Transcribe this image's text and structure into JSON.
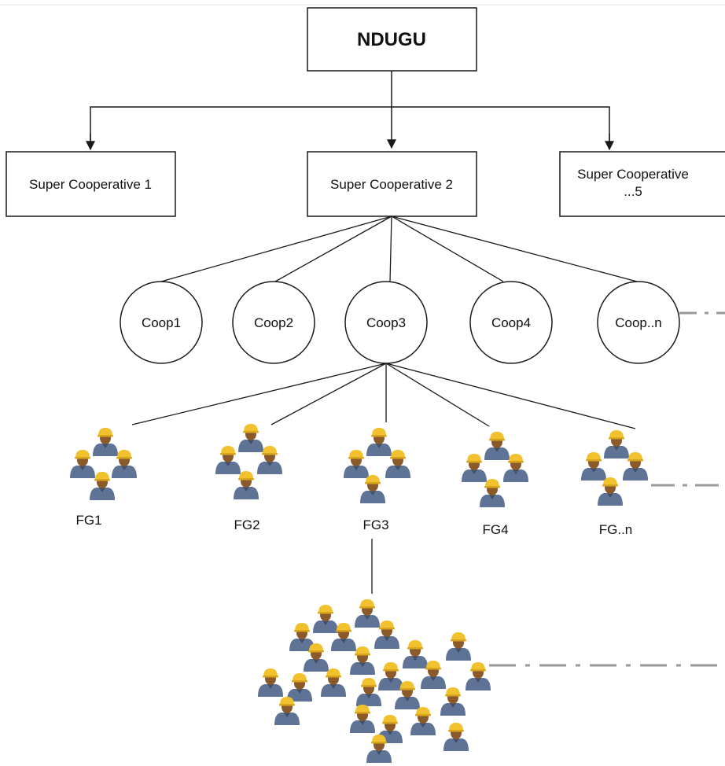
{
  "root": {
    "label": "NDUGU"
  },
  "super_cooperatives": [
    {
      "label": "Super Cooperative 1"
    },
    {
      "label": "Super Cooperative 2"
    },
    {
      "label_line1": "Super Cooperative",
      "label_line2": "...5"
    }
  ],
  "cooperatives": [
    {
      "label": "Coop1"
    },
    {
      "label": "Coop2"
    },
    {
      "label": "Coop3"
    },
    {
      "label": "Coop4"
    },
    {
      "label": "Coop..n"
    }
  ],
  "farmer_groups": [
    {
      "label": "FG1"
    },
    {
      "label": "FG2"
    },
    {
      "label": "FG3"
    },
    {
      "label": "FG4"
    },
    {
      "label": "FG..n"
    }
  ],
  "colors": {
    "line": "#1a1a1a",
    "dashed_line": "#9a9a9a",
    "helmet": "#f2c12e",
    "skin": "#8a5a2b",
    "shirt": "#5f7396"
  }
}
